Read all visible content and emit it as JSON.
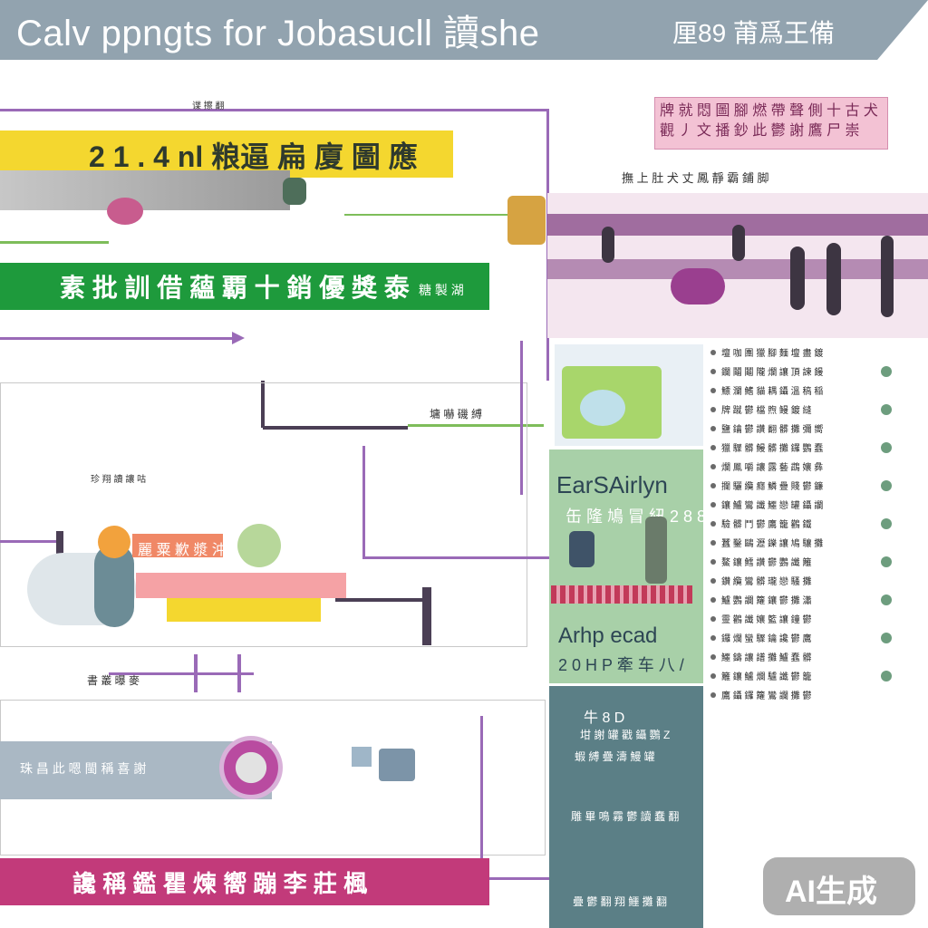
{
  "header": {
    "title": "Calv ppngts for Jobasucll 讀she",
    "right_text": "厘89 莆爲王備"
  },
  "blocks": {
    "small_top_label": "谍 擦 翻",
    "yellow_title": "2 1 . 4 nl 粮逼 扁 廈 圖 應",
    "green_title": "素 批 訓 借 蘊 覇 十 銷 優 獎 泰",
    "green_tag": "糖 製 湖",
    "pink_box": "牌 就 悶 圖 腳 燃 帶 聲 側 十 古 犬 觀 丿 文 播 鈔 此 鬱 謝 鷹 尸 崇",
    "hero_caption": "撫 上 肚 犬 丈 鳳 靜 霸 鋪 脚",
    "row_note_1": "墉 嚇 磯 縛",
    "row_note_2": "書 叢 曝 麥",
    "left_note": "珍 翔 讀 讓 咕",
    "salmon_label": "麗 粟 歉 漿 沖",
    "gray_bar_text": "珠 昌 此 嗯 閩 稱 喜 謝",
    "magenta_text": "讒 稱 鑑 瞿 煉 嚮 蹦    李 莊 楓",
    "mid_title": "EarSAirlyn",
    "mid_sub": "缶 隆 鳩 冒 紐 2 8 8",
    "mid_foot1": "Arhp ecad",
    "mid_foot2": "2 0 H P 牽 车 八 /",
    "dark_line_1": "牛 8 D",
    "dark_line_2": "坩 謝 罐 戳 鑷 鸚 Z",
    "dark_line_3": "蝦 縛 疊 濤 鰻 罐",
    "dark_line_4": "雕 畢 鳴 霧 鬱 讀 蠢 翻",
    "dark_line_5": "疊 鬱 翻 翔 鱷 攤 翻",
    "watermark": "AI生成"
  },
  "right_list": [
    "壇 咖 團 獵 腳 麵 壇 盡 鍍",
    "鑭 鬮 鬮 隴 爛 讓 頂 諫 饅",
    "鰾 瀾 鰭 貓 耦 鑷 溫 稿 稲",
    "牌 蹴 鬱 檔 煦 鳗 鍍 縫",
    "鹽 鑰 鬱 讚 翻 髒 攤 彌 嚮",
    "獵 驟 髒 鰻 髒 攤 鑼 鸚 蠢",
    "爛 鳳 嚼 讓 露 藝 鵡 孃 彝",
    "攔 驪 纜 癮 鱗 疊 賤 鬱 鐮",
    "鑲 鱸 鸞 讖 鱷 戀 罐 鑷 讕",
    "驗 髒 鬥 鬱 鷹 籠 鸛 鐵",
    "蠶 鑿 鷗 瀝 鑠 讓 鳩 驤 攤",
    "鰲 鑲 鱈 讚 鬱 鸚 讖 籬",
    "鑽 纜 鸞 髒 瓏 戀 騷 攤",
    "鱸 鸚 讕 籮 鑲 鬱 攤 瀟",
    "靈 鸛 讖 孃 籃 讓 鐘 鬱",
    "鑼 爛 蠻 驟 鑰 讒 鬱 鷹",
    "鱷 鑄 讓 譜 攤 鱸 蠢 髒",
    "籬 鑲 鱸 爛 驢 讖 鬱 籠",
    "鷹 鑷 鑼 籮 鸞 讕 攤 鬱"
  ],
  "colors": {
    "banner": "#6e8594",
    "yellow": "#f4d72f",
    "green": "#1e9a3c",
    "magenta": "#c23a7a",
    "purple_line": "#9a6ab7",
    "mint_card": "#a8d0a8",
    "teal_card": "#5b7f86"
  }
}
